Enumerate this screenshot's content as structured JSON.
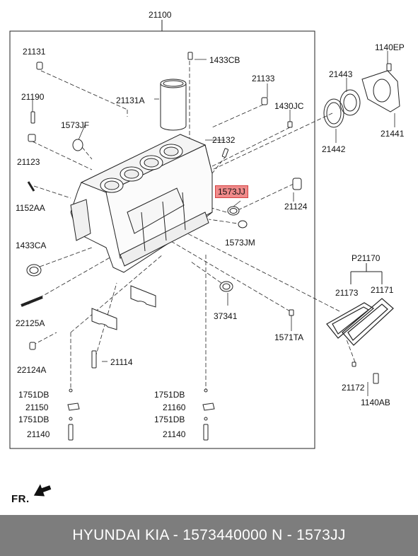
{
  "parts": {
    "assembly": "21100",
    "p21131": "21131",
    "p1433CB": "1433CB",
    "p21133": "21133",
    "p1140EP": "1140EP",
    "p21443": "21443",
    "p21190": "21190",
    "p21131A": "21131A",
    "p1430JC": "1430JC",
    "p1573JF": "1573JF",
    "p21132": "21132",
    "p21441": "21441",
    "p21442": "21442",
    "p21123": "21123",
    "p1573JJ": "1573JJ",
    "p21124": "21124",
    "p1152AA": "1152AA",
    "p1573JM": "1573JM",
    "p1433CA": "1433CA",
    "pP21170": "P21170",
    "p21173": "21173",
    "p21171": "21171",
    "p37341": "37341",
    "p22125A": "22125A",
    "p1571TA": "1571TA",
    "p22124A": "22124A",
    "p21114": "21114",
    "p21172": "21172",
    "p1140AB": "1140AB",
    "p1751DB_l1": "1751DB",
    "p1751DB_r1": "1751DB",
    "p21150": "21150",
    "p21160": "21160",
    "p1751DB_l2": "1751DB",
    "p1751DB_r2": "1751DB",
    "p21140_l": "21140",
    "p21140_r": "21140"
  },
  "highlight_color": "#f08a8a",
  "front_marker": "FR.",
  "footer": {
    "text": "HYUNDAI  KIA - 1573440000     N - 1573JJ",
    "background": "#7d7d7d"
  }
}
